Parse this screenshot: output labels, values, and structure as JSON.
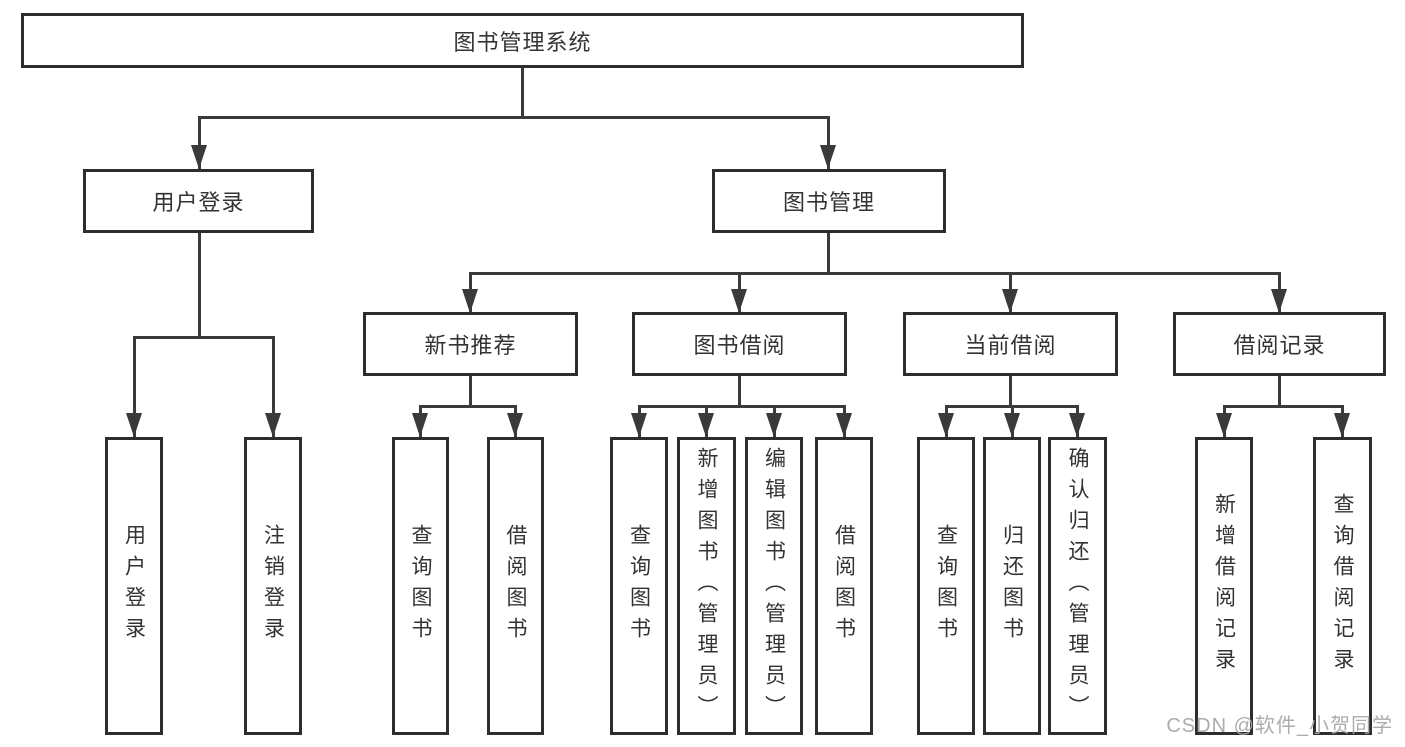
{
  "tree": {
    "root": "图书管理系统",
    "children": [
      {
        "label": "用户登录",
        "children": [
          {
            "label": "用户登录"
          },
          {
            "label": "注销登录"
          }
        ]
      },
      {
        "label": "图书管理",
        "children": [
          {
            "label": "新书推荐",
            "children": [
              {
                "label": "查询图书"
              },
              {
                "label": "借阅图书"
              }
            ]
          },
          {
            "label": "图书借阅",
            "children": [
              {
                "label": "查询图书"
              },
              {
                "label": "新增图书（管理员）"
              },
              {
                "label": "编辑图书（管理员）"
              },
              {
                "label": "借阅图书"
              }
            ]
          },
          {
            "label": "当前借阅",
            "children": [
              {
                "label": "查询图书"
              },
              {
                "label": "归还图书"
              },
              {
                "label": "确认归还（管理员）"
              }
            ]
          },
          {
            "label": "借阅记录",
            "children": [
              {
                "label": "新增借阅记录"
              },
              {
                "label": "查询借阅记录"
              }
            ]
          }
        ]
      }
    ]
  },
  "watermark": "CSDN @软件_小贺同学",
  "colors": {
    "background": "#ffffff",
    "box_border": "#2d2d2d",
    "connector_line": "#3a3a3a",
    "text": "#333333",
    "watermark_text": "#a8a8a8"
  }
}
